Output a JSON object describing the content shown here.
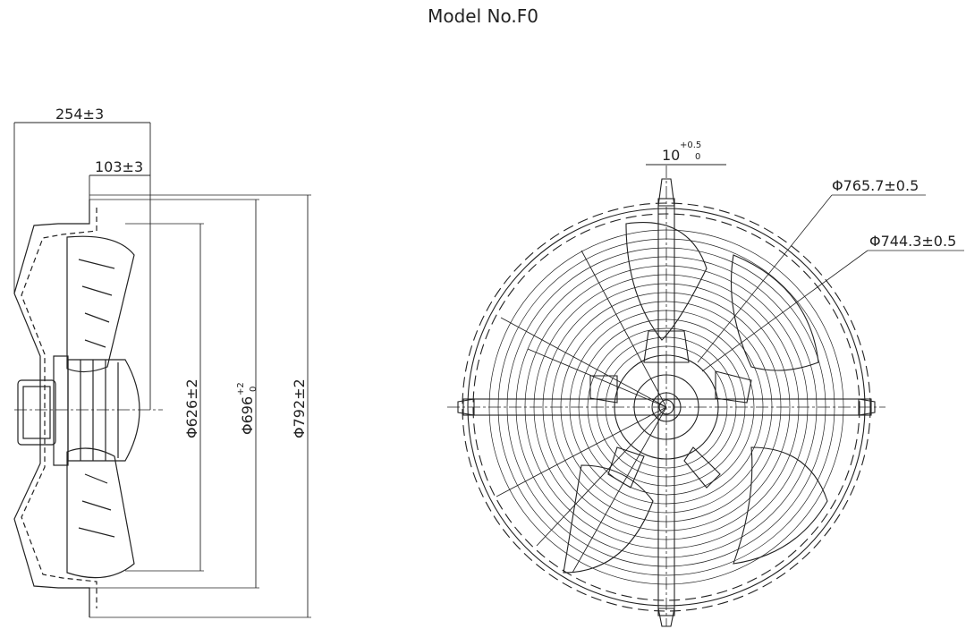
{
  "title": "Model No.F0",
  "side_view": {
    "dim_overall_depth": "254±3",
    "dim_flange_depth": "103±3",
    "dim_d1": "Φ626±2",
    "dim_d2_main": "Φ696",
    "dim_d2_tol_upper": "+2",
    "dim_d2_tol_lower": "0",
    "dim_d3": "Φ792±2"
  },
  "front_view": {
    "dim_slot_main": "10",
    "dim_slot_tol_upper": "+0.5",
    "dim_slot_tol_lower": "0",
    "dim_outer_circle": "Φ765.7±0.5",
    "dim_inner_circle": "Φ744.3±0.5"
  }
}
